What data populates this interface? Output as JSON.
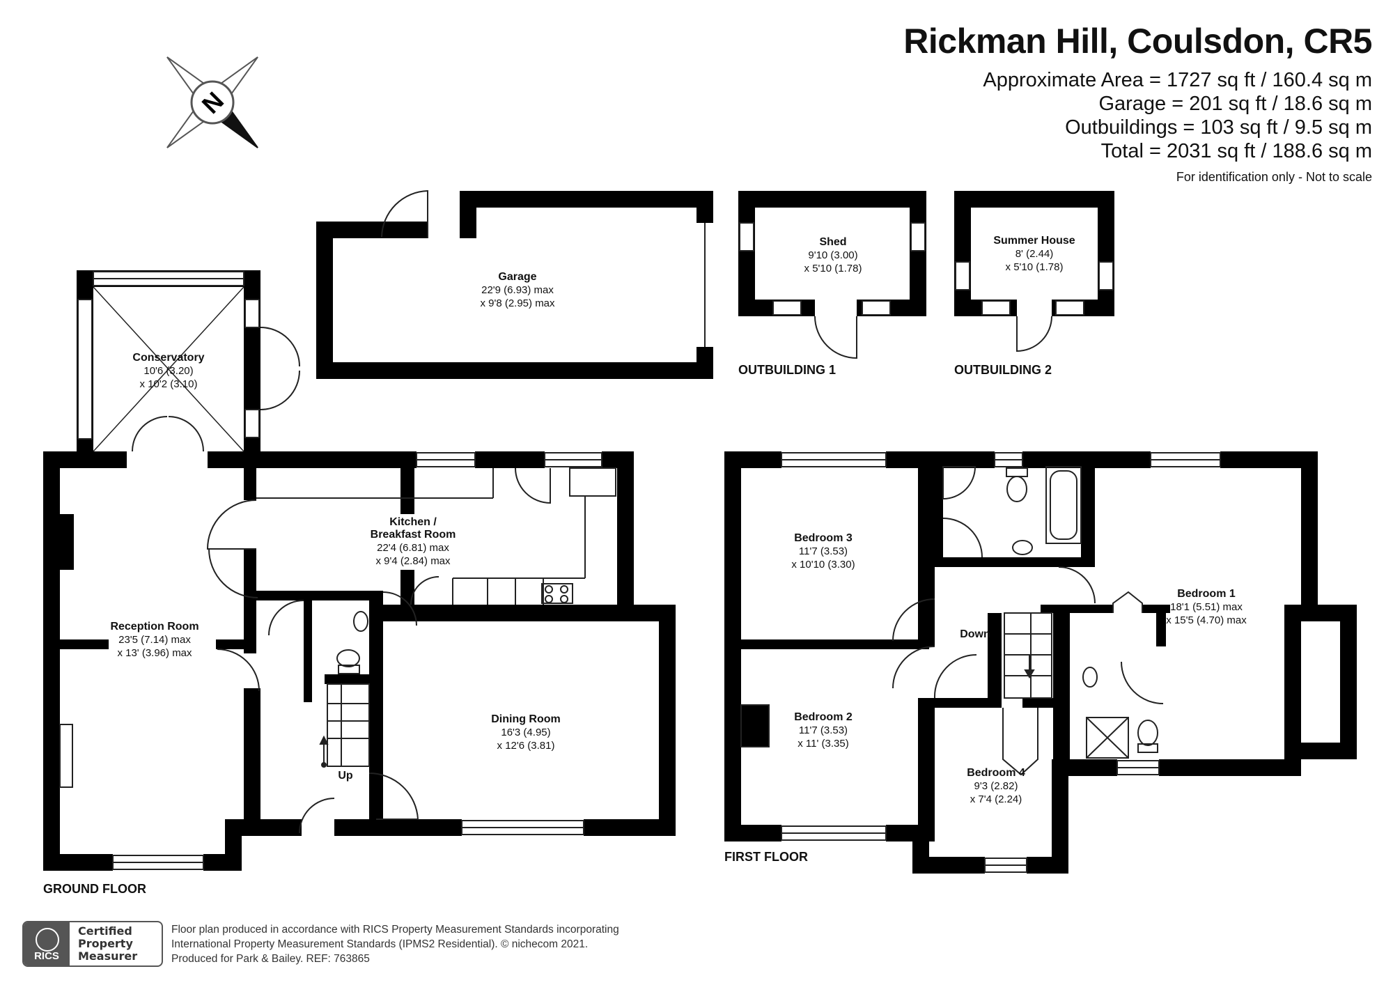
{
  "header": {
    "title": "Rickman Hill, Coulsdon, CR5",
    "areas": [
      "Approximate Area = 1727 sq ft / 160.4 sq m",
      "Garage = 201 sq ft / 18.6 sq m",
      "Outbuildings = 103 sq ft / 9.5 sq m",
      "Total = 2031 sq ft / 188.6 sq m"
    ],
    "note": "For identification only - Not to scale"
  },
  "compass": {
    "letter": "N"
  },
  "rooms": {
    "conservatory": {
      "name": "Conservatory",
      "dim1": "10'6 (3.20)",
      "dim2": "x 10'2 (3.10)"
    },
    "garage": {
      "name": "Garage",
      "dim1": "22'9 (6.93) max",
      "dim2": "x 9'8 (2.95) max"
    },
    "shed": {
      "name": "Shed",
      "dim1": "9'10 (3.00)",
      "dim2": "x 5'10 (1.78)"
    },
    "summer_house": {
      "name": "Summer House",
      "dim1": "8' (2.44)",
      "dim2": "x 5'10 (1.78)"
    },
    "kitchen": {
      "name": "Kitchen /",
      "name2": "Breakfast Room",
      "dim1": "22'4 (6.81) max",
      "dim2": "x 9'4 (2.84) max"
    },
    "reception": {
      "name": "Reception Room",
      "dim1": "23'5 (7.14) max",
      "dim2": "x 13' (3.96) max"
    },
    "dining": {
      "name": "Dining Room",
      "dim1": "16'3 (4.95)",
      "dim2": "x 12'6 (3.81)"
    },
    "bedroom3": {
      "name": "Bedroom 3",
      "dim1": "11'7 (3.53)",
      "dim2": "x 10'10 (3.30)"
    },
    "bedroom2": {
      "name": "Bedroom 2",
      "dim1": "11'7 (3.53)",
      "dim2": "x 11' (3.35)"
    },
    "bedroom1": {
      "name": "Bedroom 1",
      "dim1": "18'1 (5.51) max",
      "dim2": "x 15'5 (4.70) max"
    },
    "bedroom4": {
      "name": "Bedroom 4",
      "dim1": "9'3 (2.82)",
      "dim2": "x 7'4 (2.24)"
    }
  },
  "labels": {
    "up": "Up",
    "down": "Down",
    "outbuilding1": "OUTBUILDING 1",
    "outbuilding2": "OUTBUILDING 2",
    "ground_floor": "GROUND FLOOR",
    "first_floor": "FIRST FLOOR"
  },
  "footer": {
    "rics_word": "RICS",
    "cert": [
      "Certified",
      "Property",
      "Measurer"
    ],
    "legal": [
      "Floor plan produced in accordance with RICS Property Measurement Standards incorporating",
      "International Property Measurement Standards (IPMS2 Residential).   © nichecom 2021.",
      "Produced for Park & Bailey.   REF:  763865"
    ]
  }
}
